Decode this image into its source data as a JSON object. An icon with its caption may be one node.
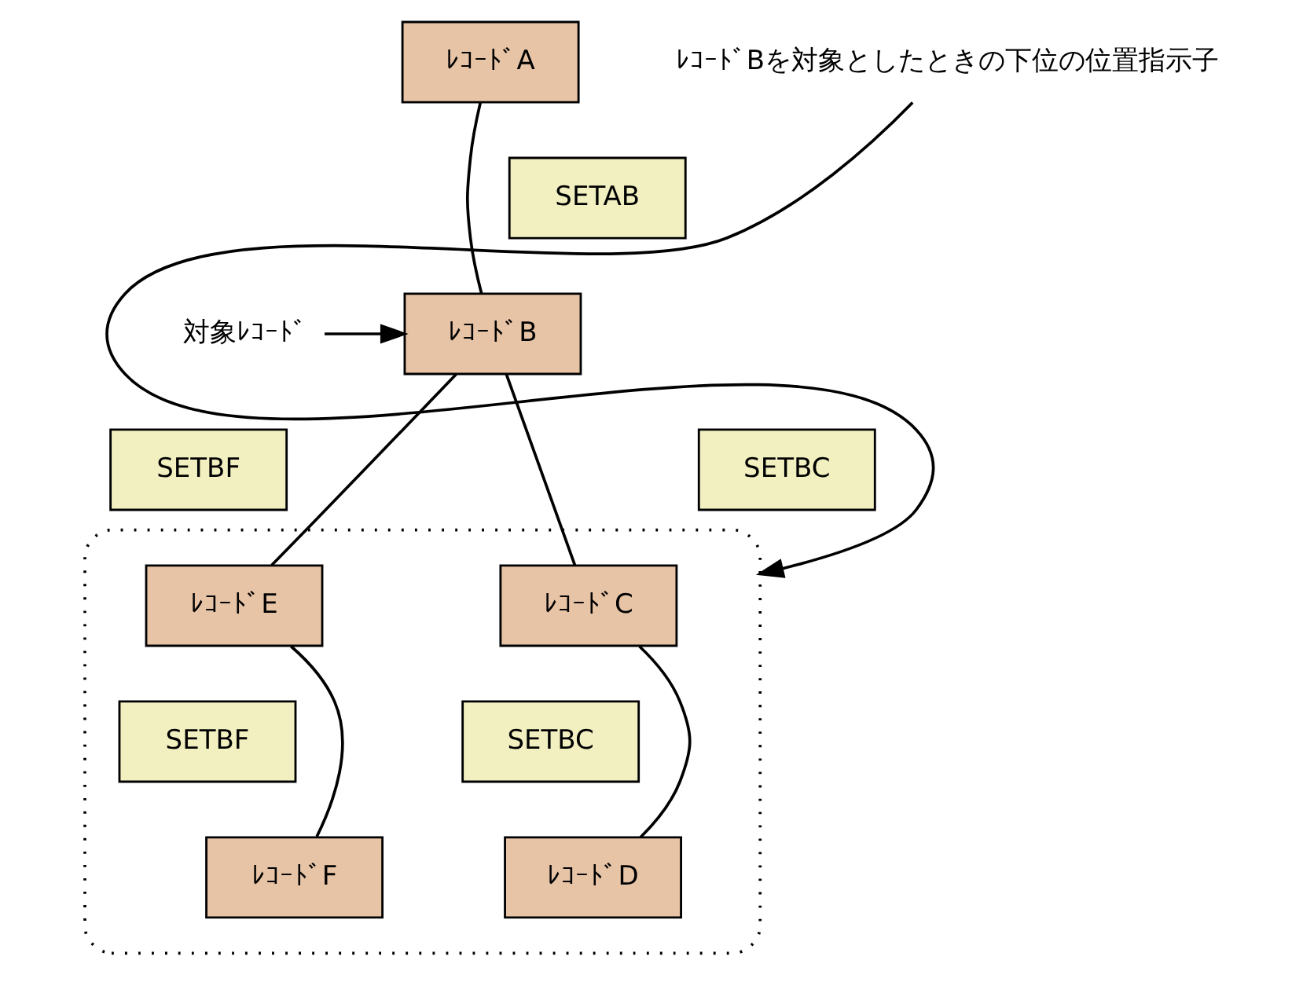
{
  "diagram": {
    "nodes": [
      {
        "text": [
          "ﾚｺｰﾄﾞA"
        ]
      },
      {
        "text": [
          "SETAB"
        ]
      },
      {
        "text": [
          "ﾚｺｰﾄﾞB"
        ]
      },
      {
        "text": [
          "対象ﾚｺｰﾄﾞ"
        ]
      },
      {
        "text": [
          "SETBC"
        ]
      },
      {
        "text": [
          "SETBF"
        ]
      },
      {
        "text": [],
        "shape": "box"
      },
      {
        "text": [
          "ﾚｺｰﾄﾞC"
        ],
        "in": 6
      },
      {
        "text": [
          "ﾚｺｰﾄﾞE"
        ],
        "in": 6
      },
      {
        "text": [
          "SETBC"
        ],
        "in": 6
      },
      {
        "text": [
          "SETBF"
        ],
        "in": 6
      },
      {
        "text": [
          "ﾚｺｰﾄﾞD"
        ],
        "in": 6
      },
      {
        "text": [
          "ﾚｺｰﾄﾞF"
        ],
        "in": 6
      },
      {
        "text": [
          "ﾚｺｰﾄﾞBを対象としたときの下位の位置指示子"
        ]
      }
    ],
    "edges": [
      {
        "from": 0,
        "to": 2,
        "arrow": "none"
      },
      {
        "from": 3,
        "to": 2,
        "arrow": "to"
      },
      {
        "from": 2,
        "to": 7,
        "arrow": "none"
      },
      {
        "from": 2,
        "to": 8,
        "arrow": "none"
      },
      {
        "from": 7,
        "to": 11,
        "arrow": "none"
      },
      {
        "from": 8,
        "to": 12,
        "arrow": "none"
      },
      {
        "from": 13,
        "to": 6,
        "arrow": "to"
      }
    ]
  }
}
